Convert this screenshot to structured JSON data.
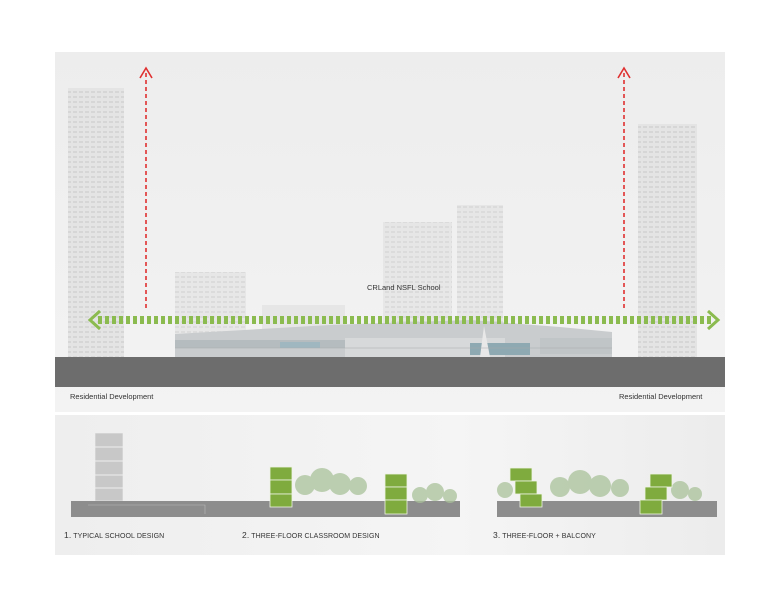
{
  "section": {
    "school_label": "CRLand NSFL School",
    "left_label": "Residential Development",
    "right_label": "Residential Development"
  },
  "diagrams": [
    {
      "number": "1.",
      "caption": "TYPICAL SCHOOL DESIGN"
    },
    {
      "number": "2.",
      "caption": "THREE-FLOOR CLASSROOM DESIGN"
    },
    {
      "number": "3.",
      "caption": "THREE-FLOOR + BALCONY"
    }
  ],
  "colors": {
    "ground": "#6d6d6d",
    "green_accent": "#8bbb4f",
    "red_arrow": "#e03030",
    "tower": "#e2e2e2",
    "classroom_green": "#7fab3e"
  }
}
